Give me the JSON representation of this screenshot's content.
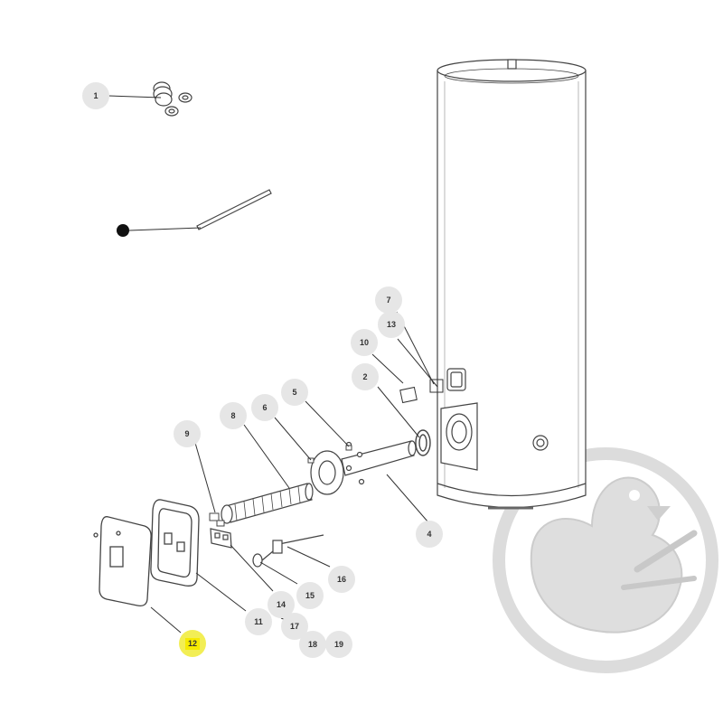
{
  "diagram": {
    "callouts": [
      {
        "id": "1"
      },
      {
        "id": "2"
      },
      {
        "id": "4"
      },
      {
        "id": "5"
      },
      {
        "id": "6"
      },
      {
        "id": "7"
      },
      {
        "id": "8"
      },
      {
        "id": "9"
      },
      {
        "id": "10"
      },
      {
        "id": "11"
      },
      {
        "id": "12",
        "selected": true
      },
      {
        "id": "13"
      },
      {
        "id": "14"
      },
      {
        "id": "15"
      },
      {
        "id": "16"
      },
      {
        "id": "17"
      },
      {
        "id": "18"
      },
      {
        "id": "19"
      }
    ],
    "colors": {
      "callout_bg": "#e6e6e6",
      "selected_callout": "#f6ea00",
      "line": "#333333",
      "watermark": "#d7d7d7"
    },
    "watermark_icon": "duck-mascot-logo"
  }
}
